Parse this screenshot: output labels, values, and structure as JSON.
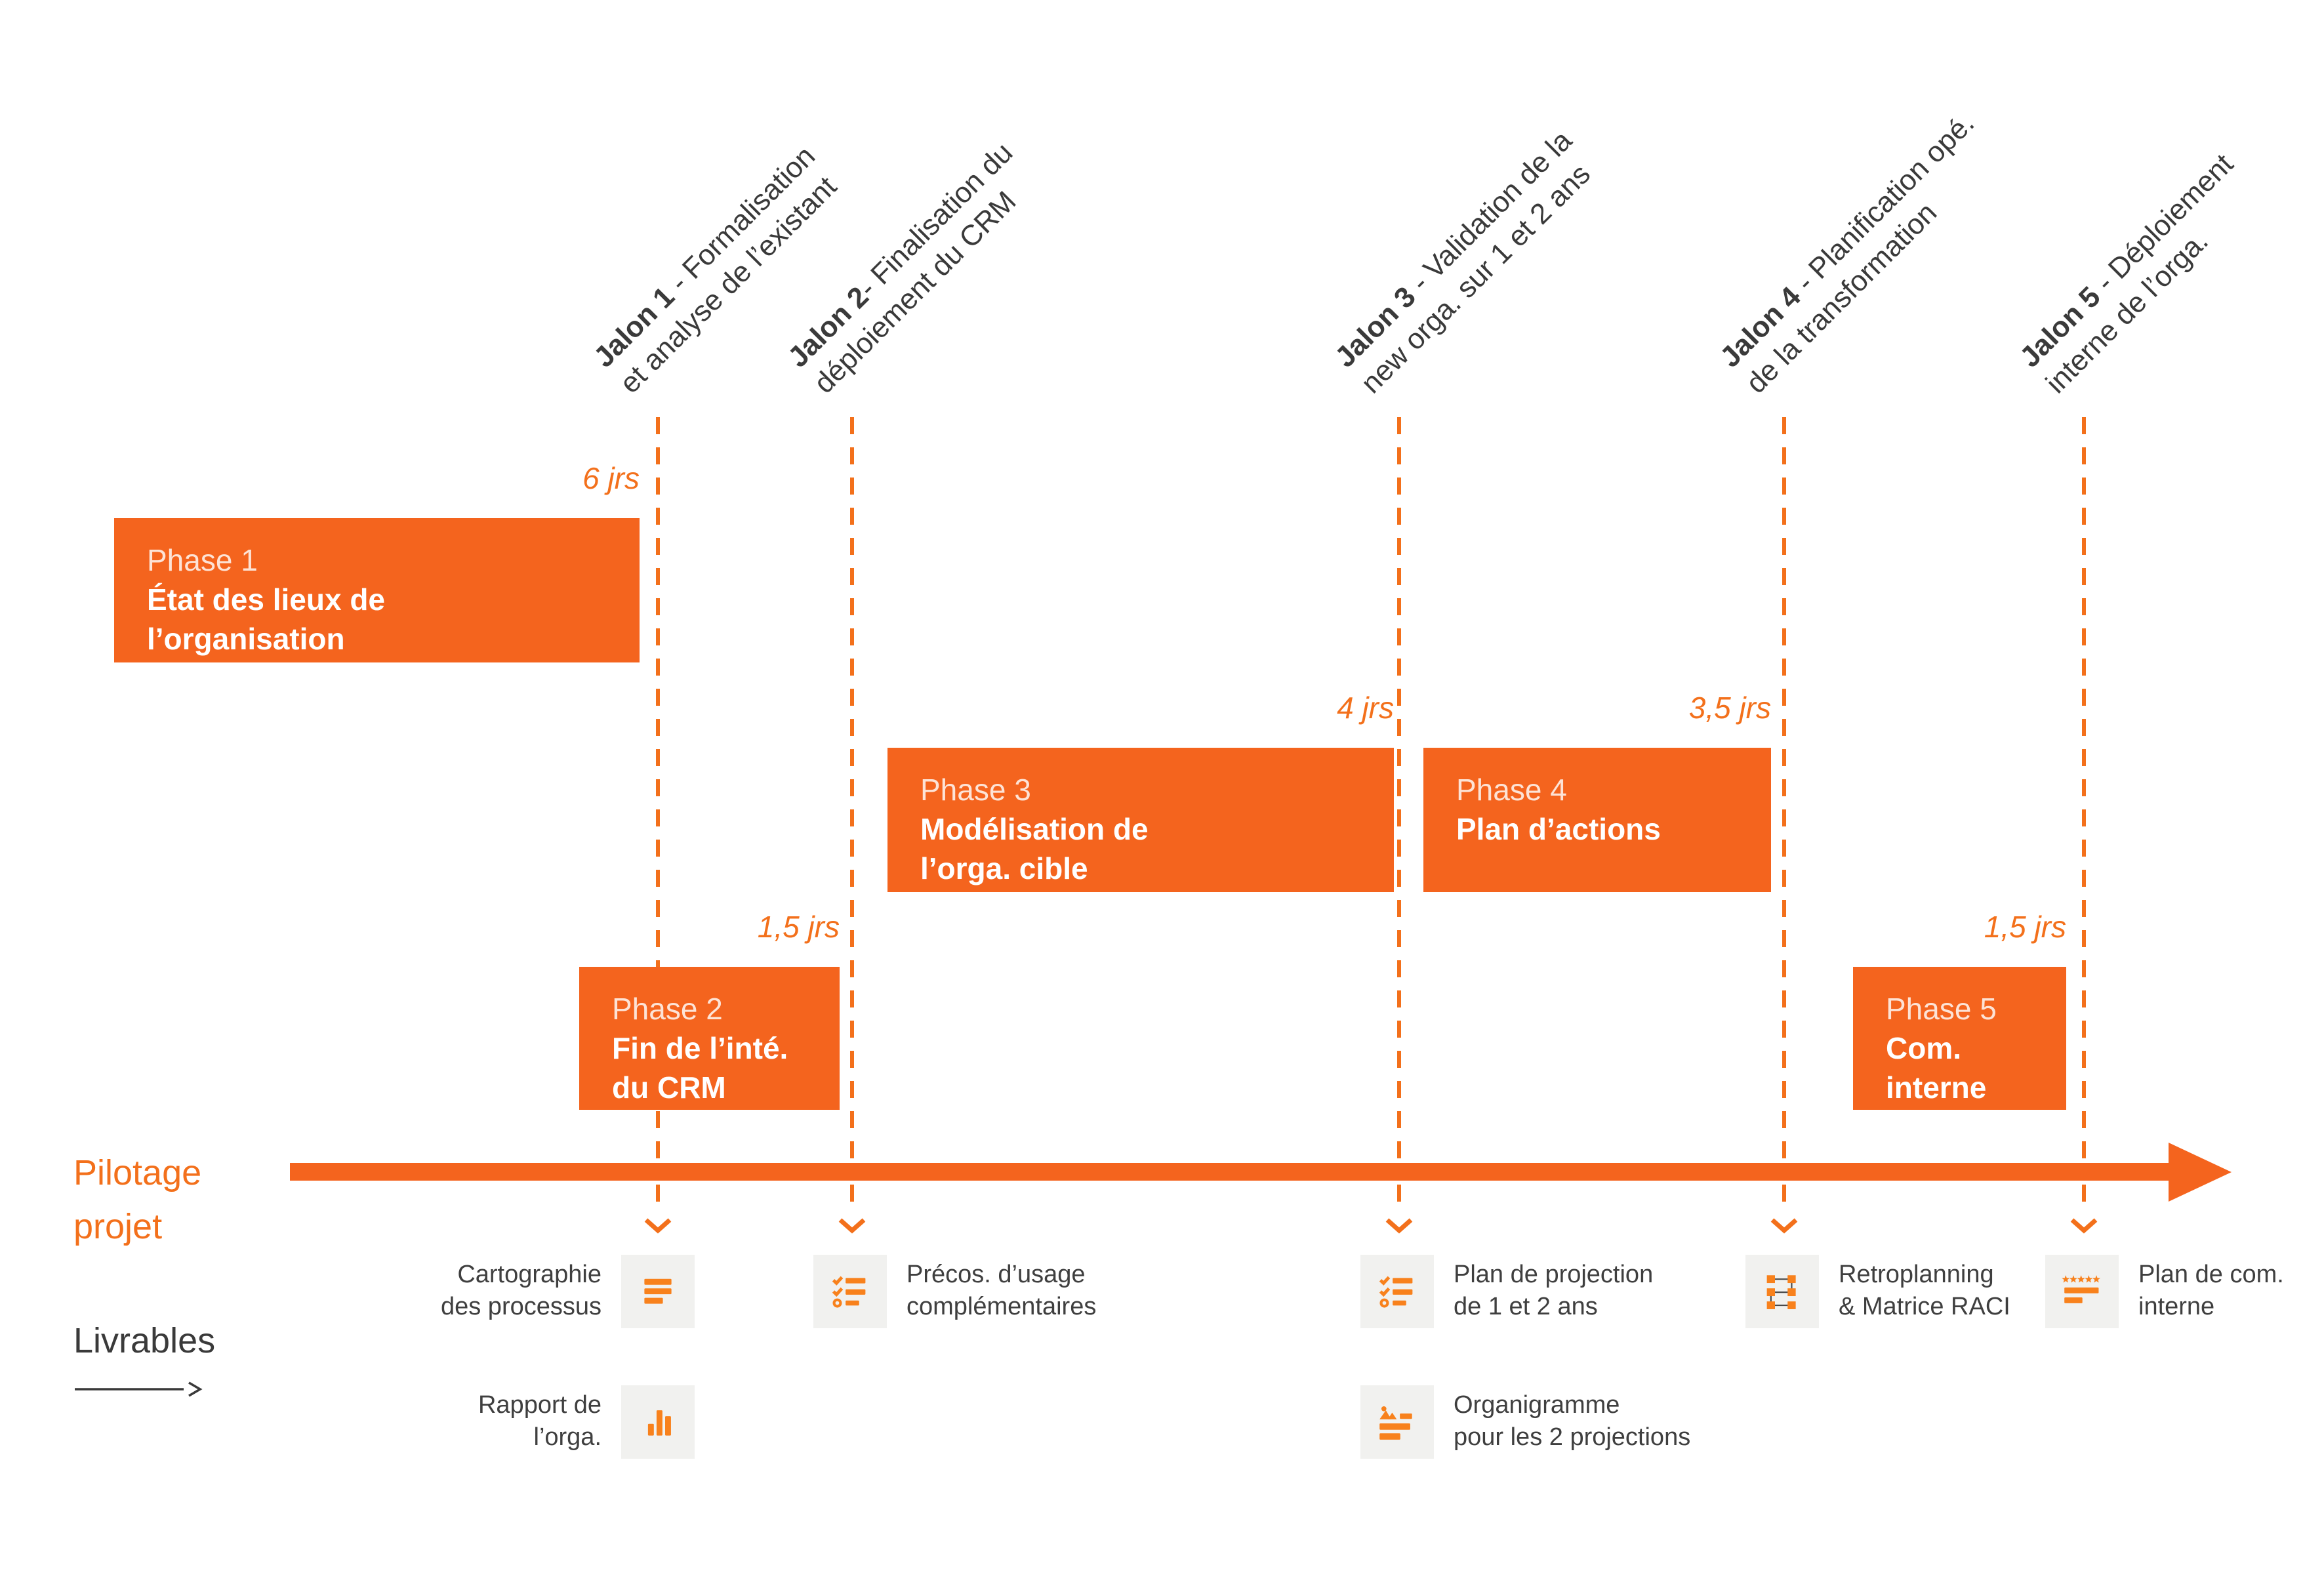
{
  "palette": {
    "orange_primary": "#F4641E",
    "orange_lines": "#F3701B",
    "orange_icons": "#F8811C",
    "tile_gray": "#F1F1EF",
    "text_dark": "#3A3A3A"
  },
  "jalons": [
    {
      "bold": "Jalon 1",
      "rest": " - Formalisation",
      "line2": "et analyse de l’existant"
    },
    {
      "bold": "Jalon 2",
      "rest": "- Finalisation du",
      "line2": "déploiement du CRM"
    },
    {
      "bold": "Jalon 3",
      "rest": " - Validation de la",
      "line2": "new orga. sur 1 et 2 ans"
    },
    {
      "bold": "Jalon 4",
      "rest": " - Planification opé.",
      "line2": "de la transformation"
    },
    {
      "bold": "Jalon 5",
      "rest": " - Déploiement",
      "line2": "interne de l’orga."
    }
  ],
  "phases": [
    {
      "name": "Phase 1",
      "title_lines": [
        "État des lieux de",
        "l’organisation"
      ],
      "duration": "6 jrs"
    },
    {
      "name": "Phase 2",
      "title_lines": [
        "Fin de l’inté.",
        "du CRM"
      ],
      "duration": "1,5 jrs"
    },
    {
      "name": "Phase 3",
      "title_lines": [
        "Modélisation de",
        "l’orga. cible"
      ],
      "duration": "4 jrs"
    },
    {
      "name": "Phase 4",
      "title_lines": [
        "Plan d’actions",
        ""
      ],
      "duration": "3,5 jrs"
    },
    {
      "name": "Phase 5",
      "title_lines": [
        "Com.",
        "interne"
      ],
      "duration": "1,5 jrs"
    }
  ],
  "sections": {
    "pilotage_line1": "Pilotage",
    "pilotage_line2": "projet",
    "livrables": "Livrables"
  },
  "livrables": [
    {
      "lines": [
        "Cartographie",
        "des processus"
      ],
      "icon": "list-icon"
    },
    {
      "lines": [
        "Rapport de",
        "l’orga."
      ],
      "icon": "bar-chart-icon"
    },
    {
      "lines": [
        "Précos. d’usage",
        "complémentaires"
      ],
      "icon": "checklist-icon"
    },
    {
      "lines": [
        "Plan de projection",
        "de 1 et 2 ans"
      ],
      "icon": "checklist-icon"
    },
    {
      "lines": [
        "Organigramme",
        "pour les 2 projections"
      ],
      "icon": "picture-doc-icon"
    },
    {
      "lines": [
        "Retroplanning",
        "& Matrice RACI"
      ],
      "icon": "org-network-icon"
    },
    {
      "lines": [
        "Plan de com.",
        "interne"
      ],
      "icon": "stars-icon"
    }
  ]
}
